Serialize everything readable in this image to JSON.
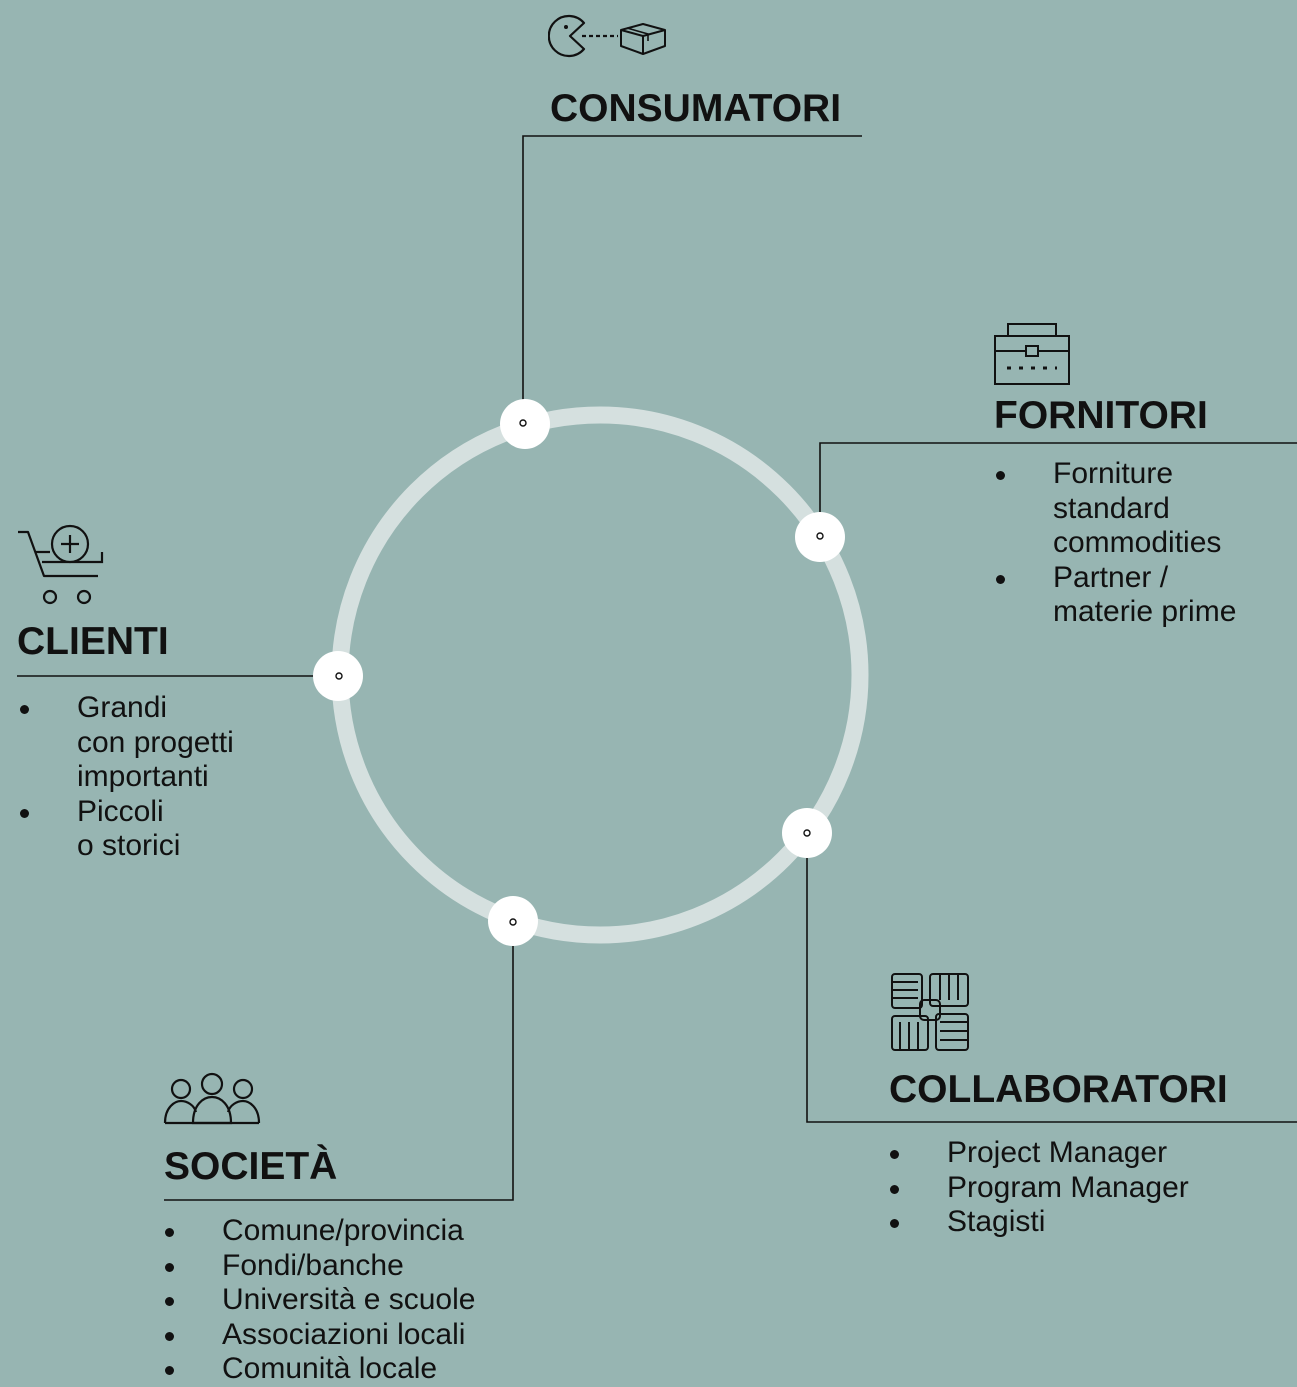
{
  "stakeholders": {
    "consumatori": {
      "title": "CONSUMATORI",
      "icon": "pacman-box-icon",
      "items": []
    },
    "fornitori": {
      "title": "FORNITORI",
      "icon": "toolbox-icon",
      "items": [
        "Forniture\nstandard\ncommodities",
        "Partner /\nmaterie prime"
      ]
    },
    "clienti": {
      "title": "CLIENTI",
      "icon": "cart-plus-icon",
      "items": [
        "Grandi\ncon progetti\nimportanti",
        "Piccoli\no storici"
      ]
    },
    "collaboratori": {
      "title": "COLLABORATORI",
      "icon": "hands-together-icon",
      "items": [
        "Project Manager",
        "Program Manager",
        "Stagisti"
      ]
    },
    "societa": {
      "title": "SOCIETÀ",
      "icon": "people-group-icon",
      "items": [
        "Comune/provincia",
        "Fondi/banche",
        "Università e scuole",
        "Associazioni locali",
        "Comunità locale"
      ]
    }
  },
  "colors": {
    "background": "#97b5b2",
    "ring": "#d5e0df",
    "node": "#ffffff",
    "ink": "#111111"
  }
}
